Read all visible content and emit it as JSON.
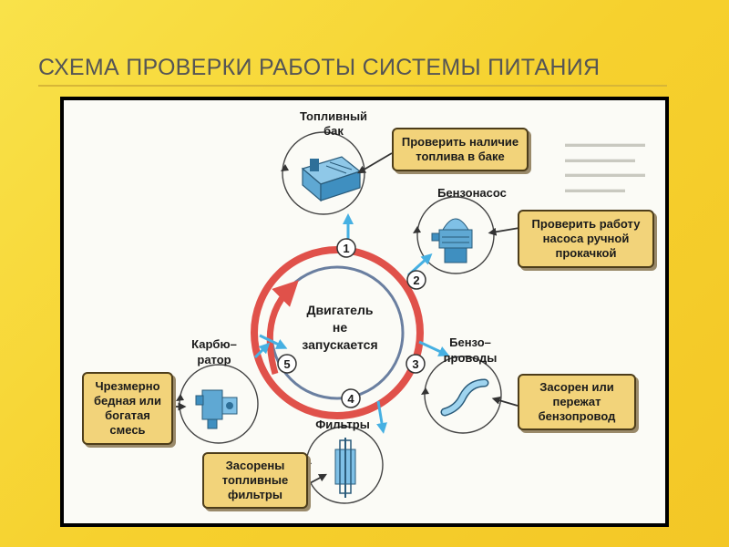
{
  "slide": {
    "title": "СХЕМА ПРОВЕРКИ РАБОТЫ СИСТЕМЫ ПИТАНИЯ"
  },
  "center": {
    "line1": "Двигатель",
    "line2": "не",
    "line3": "запускается"
  },
  "steps": [
    "1",
    "2",
    "3",
    "4",
    "5"
  ],
  "components": {
    "tank": {
      "line1": "Топливный",
      "line2": "бак"
    },
    "pump": {
      "line1": "Бензонасос"
    },
    "lines": {
      "line1": "Бензо–",
      "line2": "проводы"
    },
    "filters": {
      "line1": "Фильтры"
    },
    "carb": {
      "line1": "Карбю–",
      "line2": "ратор"
    }
  },
  "checks": {
    "tank": {
      "line1": "Проверить наличие",
      "line2": "топлива в баке"
    },
    "pump": {
      "line1": "Проверить работу",
      "line2": "насоса ручной",
      "line3": "прокачкой"
    },
    "lines": {
      "line1": "Засорен или",
      "line2": "пережат",
      "line3": "бензопровод"
    },
    "filters": {
      "line1": "Засорены",
      "line2": "топливные",
      "line3": "фильтры"
    },
    "carb": {
      "line1": "Чрезмерно",
      "line2": "бедная или",
      "line3": "богатая",
      "line4": "смесь"
    }
  },
  "colors": {
    "ring_outer": "#e0514a",
    "ring_inner": "#6a7fa0",
    "arrow_blue": "#46b0e2",
    "callout_fill": "#f2d37a",
    "slide_bg": "#f6d12e"
  },
  "icons": [
    "fuel-tank-icon",
    "fuel-pump-icon",
    "fuel-line-icon",
    "fuel-filter-icon",
    "carburetor-icon"
  ]
}
